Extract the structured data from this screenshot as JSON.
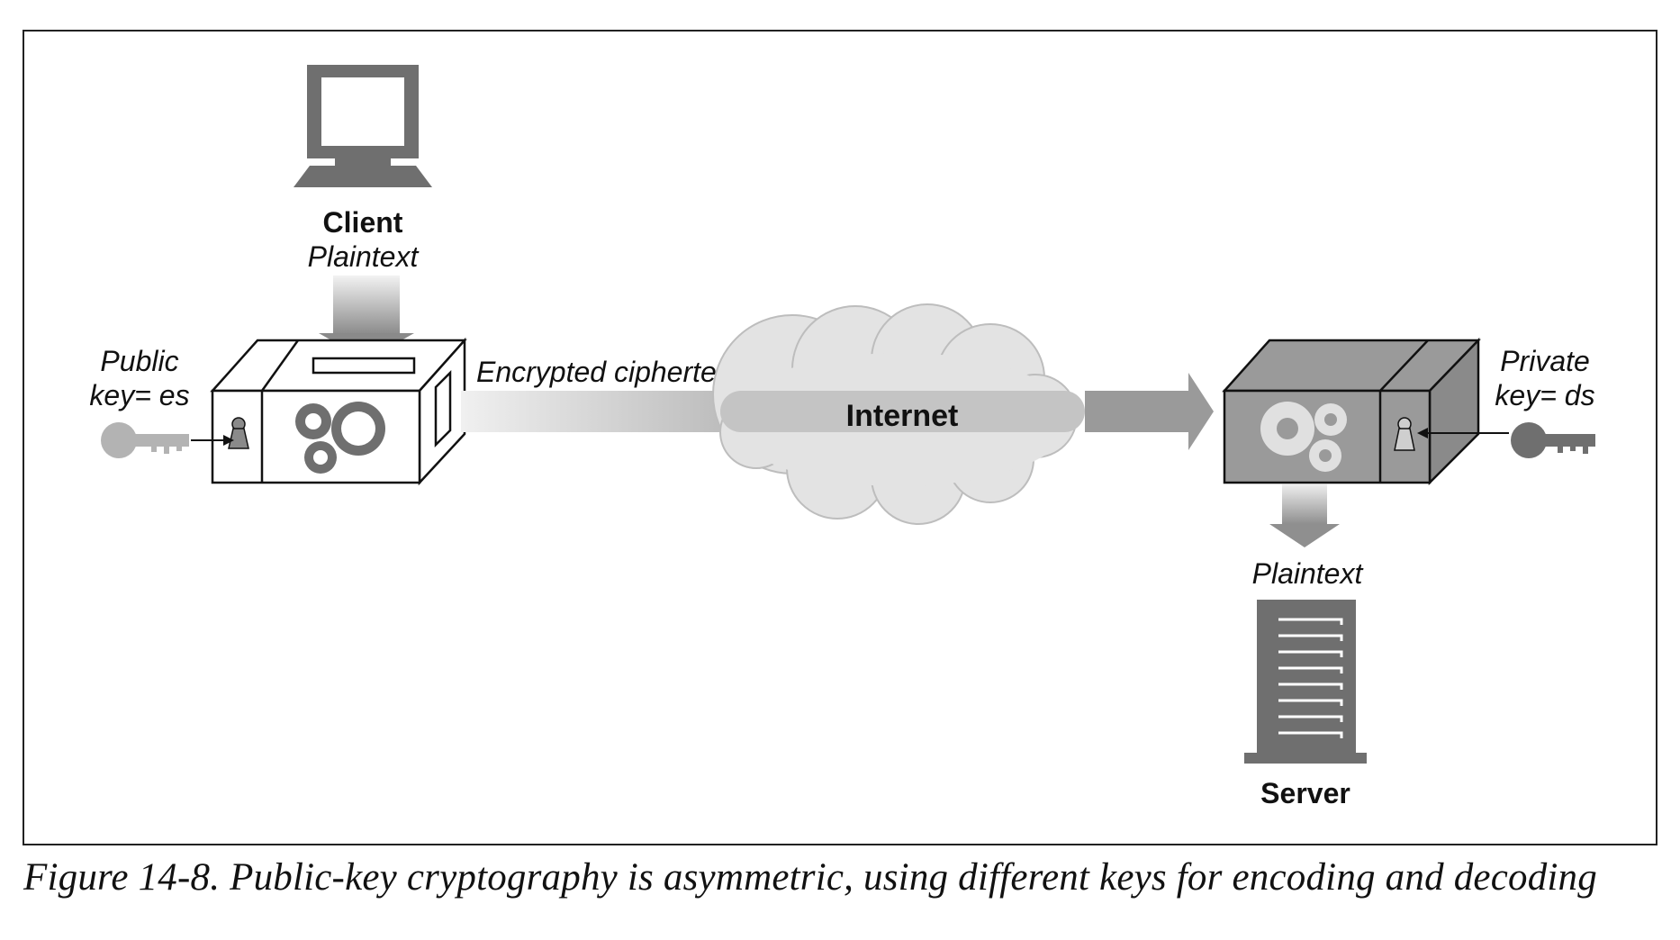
{
  "labels": {
    "client": "Client",
    "client_plaintext": "Plaintext",
    "public_key_line1": "Public",
    "public_key_line2": "key= es",
    "encrypted": "Encrypted ciphertext",
    "internet": "Internet",
    "private_key_line1": "Private",
    "private_key_line2": "key= ds",
    "server_plaintext": "Plaintext",
    "server": "Server"
  },
  "caption": "Figure 14-8. Public-key cryptography is asymmetric, using different keys for encoding and decoding",
  "colors": {
    "dark_gray": "#6f6f6f",
    "mid_gray": "#9a9a9a",
    "light_gray": "#d9d9d9",
    "cloud_fill": "#e3e3e3",
    "frame": "#222222"
  }
}
